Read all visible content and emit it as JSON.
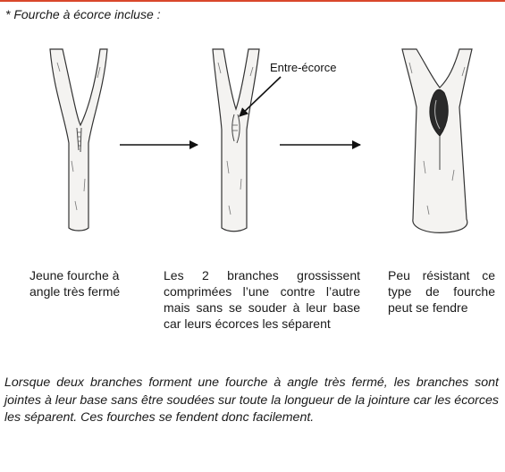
{
  "title": "* Fourche à écorce incluse :",
  "callout_label": "Entre-écorce",
  "captions": [
    "Jeune fourche à angle très fermé",
    "Les 2 branches grossissent comprimées l’une contre l’autre mais sans se souder à leur base car leurs écorces les séparent",
    "Peu résistant ce type de fourche peut se fendre"
  ],
  "paragraph": "Lorsque deux branches forment une fourche à angle très fermé, les branches sont jointes à leur base sans être soudées sur toute la longueur de la jointure car les écorces les séparent. Ces fourches se fendent donc facilement.",
  "colors": {
    "accent_rule": "#d9472b"
  }
}
